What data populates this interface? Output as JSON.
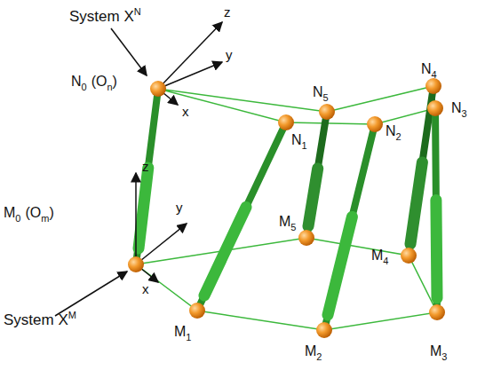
{
  "diagram": {
    "labels": [
      "System X",
      "N",
      "N",
      "0",
      "(O",
      "n",
      ")",
      "z",
      "y",
      "x",
      "N",
      "5",
      "N",
      "4",
      "N",
      "1",
      "N",
      "2",
      "N",
      "3",
      "z",
      "y",
      "x",
      "M",
      "0",
      "(O",
      "m",
      ")",
      "M",
      "5",
      "M",
      "4",
      "M",
      "1",
      "M",
      "2",
      "M",
      "3",
      "System X",
      "M"
    ]
  }
}
